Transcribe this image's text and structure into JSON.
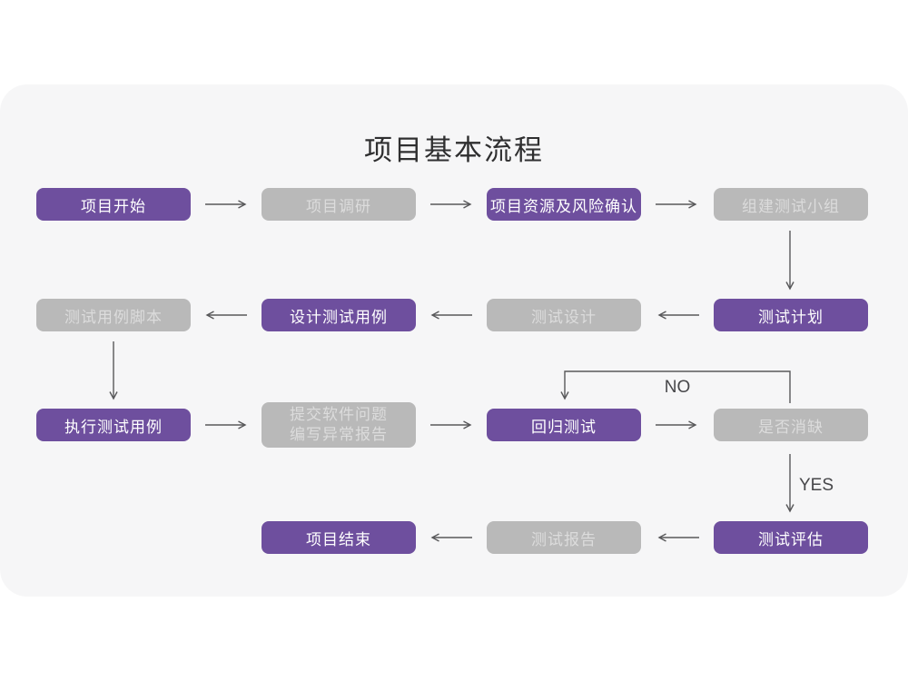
{
  "title": "项目基本流程",
  "nodes": {
    "project_start": "项目开始",
    "project_research": "项目调研",
    "project_resources": "项目资源及风险确认",
    "build_test_team": "组建测试小组",
    "test_case_script": "测试用例脚本",
    "design_test_cases": "设计测试用例",
    "test_design": "测试设计",
    "test_plan": "测试计划",
    "execute_test_cases": "执行测试用例",
    "submit_issues": [
      "提交软件问题",
      "编写异常报告"
    ],
    "regression_test": "回归测试",
    "defect_cleared": "是否消缺",
    "project_end": "项目结束",
    "test_report": "测试报告",
    "test_evaluation": "测试评估"
  },
  "labels": {
    "no": "NO",
    "yes": "YES"
  },
  "colors": {
    "purple": "#6e4f9e",
    "gray": "#b9b9b9",
    "card_bg": "#f6f6f7",
    "arrow": "#58585a"
  }
}
